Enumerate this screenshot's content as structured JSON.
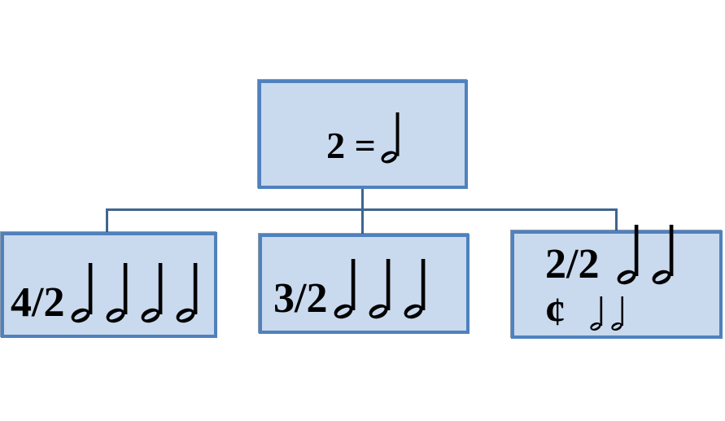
{
  "colors": {
    "background": "#ffffff",
    "box_fill": "#c9d9ee",
    "box_border": "#4f81bd",
    "connector": "#3f6590",
    "note_ink": "#000000"
  },
  "root": {
    "label": "2 =",
    "half_notes": 1
  },
  "children": [
    {
      "label": "4/2",
      "half_notes": 4
    },
    {
      "label": "3/2",
      "half_notes": 3
    },
    {
      "label": "2/2",
      "half_notes": 2,
      "alt_line": {
        "symbol": "¢",
        "symbol_name": "cut-time",
        "half_notes": 2
      }
    }
  ]
}
